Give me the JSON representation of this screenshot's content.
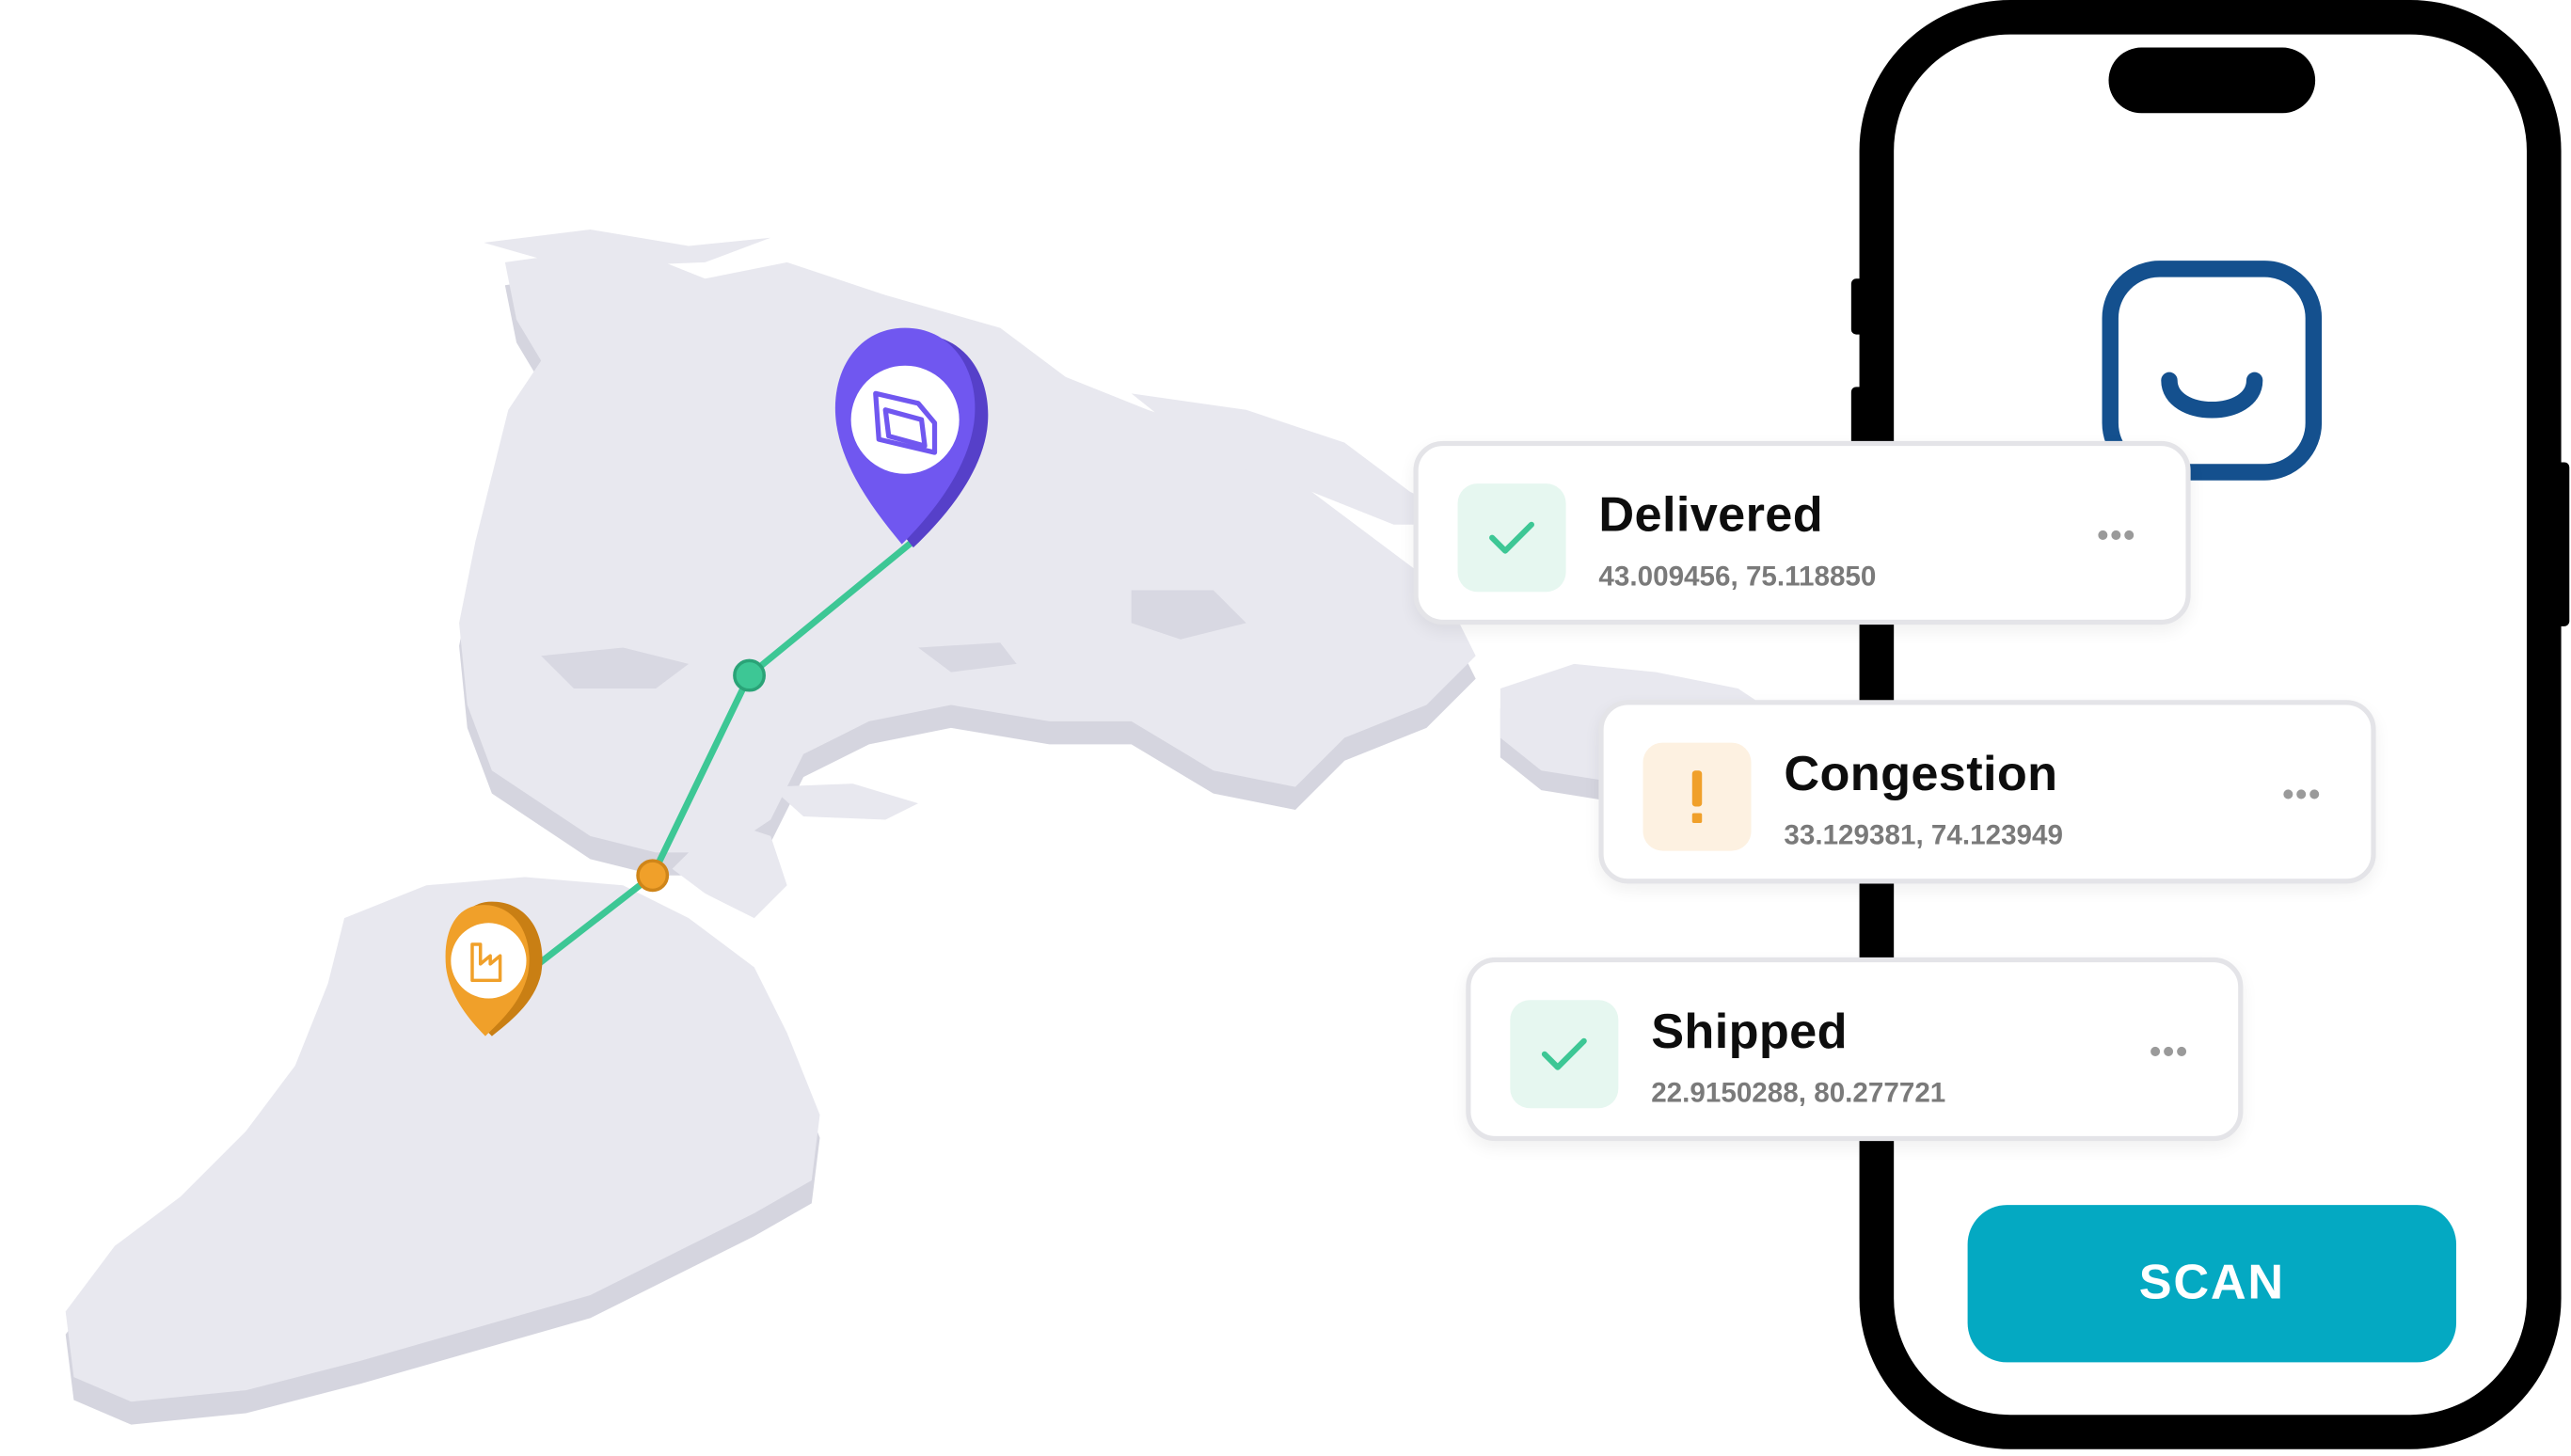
{
  "colors": {
    "map_land": "#e8e8ef",
    "map_shadow": "#d4d4de",
    "route": "#3dc795",
    "warehouse_pin": "#7057f0",
    "factory_pin": "#f0a02a",
    "brand_blue": "#14508e",
    "scan_button": "#04a9c2"
  },
  "map": {
    "origin_pin_icon": "factory-icon",
    "destination_pin_icon": "warehouse-icon",
    "waypoints": [
      "green-waypoint",
      "orange-waypoint"
    ]
  },
  "phone": {
    "logo_icon": "smile-logo-icon",
    "scan_label": "SCAN"
  },
  "events": [
    {
      "status": "Delivered",
      "coords": "43.009456, 75.118850",
      "icon": "check-icon",
      "menu": "•••"
    },
    {
      "status": "Congestion",
      "coords": "33.129381, 74.123949",
      "icon": "exclamation-icon",
      "menu": "•••"
    },
    {
      "status": "Shipped",
      "coords": "22.9150288, 80.277721",
      "icon": "check-icon",
      "menu": "•••"
    }
  ]
}
